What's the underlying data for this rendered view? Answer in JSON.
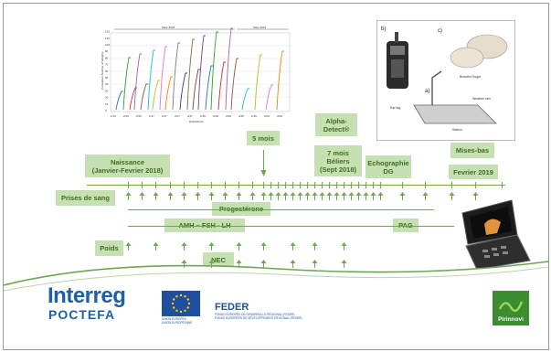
{
  "chart": {
    "period_labels": [
      "Mars 2018",
      "Mars 2019"
    ],
    "ylabel": "Cumulative Number of Weights",
    "xlabel": "Date/Month",
    "y_ticks": [
      "0",
      "10",
      "20",
      "30",
      "40",
      "50",
      "60",
      "70",
      "80",
      "90",
      "100",
      "110",
      "120"
    ],
    "x_ticks": [
      "1/16",
      "2/16",
      "3/16",
      "1/17",
      "2/17",
      "3/17",
      "4/17",
      "1/18",
      "2/18",
      "3/18",
      "4/18",
      "1/19",
      "2/19",
      "3/19"
    ]
  },
  "illustration": {
    "panel_labels": [
      "a)",
      "b)",
      "c)"
    ],
    "callouts": [
      "Bracelet Sugar",
      "Weather rain",
      "Ear tag",
      "Station"
    ]
  },
  "labels": {
    "naissance": "Naissance\n(Janvier-Fevrier 2018)",
    "cinq_mois": "5 mois",
    "alpha_detect": "Alpha-\nDetect®",
    "sept_mois": "7 mois\nBéliers\n(Sept 2018)",
    "echographie": "Echographie\nDG",
    "mises_bas": "Mises-bas",
    "fevrier_2019": "Fevrier 2019",
    "prises_de_sang": "Prises de sang",
    "progesterone": "Progestérone",
    "amh": "AMH – FSH - LH",
    "pag": "PAG",
    "poids": "Poids",
    "nec": "NEC"
  },
  "footer": {
    "interreg": "Interreg",
    "poctefa": "POCTEFA",
    "eu_text": "UNION EUROPEA\nUNION EUROPÉENNE",
    "feder": "FEDER",
    "feder_sub": "FONDO EUROPEO DE DESARROLLO REGIONAL (FEDER)\nFONDS EUROPÉEN DE DÉVELOPPEMENT RÉGIONAL (FEDER)",
    "pirinnovi": "Pirinnovi"
  },
  "colors": {
    "box_fill": "#c6e0b4",
    "box_text": "#3e6e1e",
    "line": "#6aa84f",
    "interreg_blue": "#1f5fa8",
    "pirinnovi_green": "#3c8d2f"
  }
}
